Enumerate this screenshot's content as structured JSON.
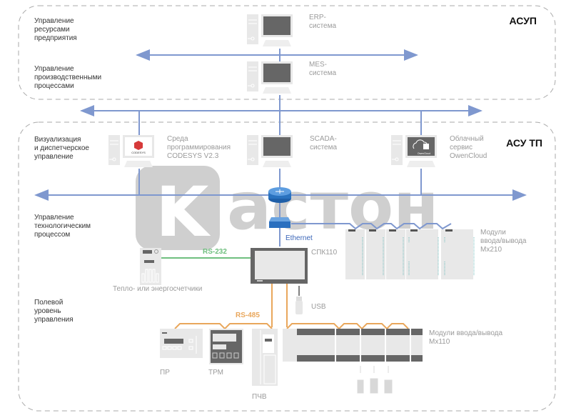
{
  "zones": {
    "asup": "АСУП",
    "asutp": "АСУ ТП"
  },
  "levels": {
    "erp": [
      "Управление",
      "ресурсами",
      "предприятия"
    ],
    "mes": [
      "Управление",
      "производственными",
      "процессами"
    ],
    "scada": [
      "Визуализация",
      "и диспетчерское",
      "управление"
    ],
    "control": [
      "Управление",
      "технологическим",
      "процессом"
    ],
    "field": [
      "Полевой",
      "уровень",
      "управления"
    ]
  },
  "devices": {
    "erp": [
      "ERP-",
      "система"
    ],
    "mes": [
      "MES-",
      "система"
    ],
    "codesys": [
      "Среда",
      "программирования",
      "CODESYS V2.3"
    ],
    "codesys_logo": "CODESYS",
    "scada": [
      "SCADA-",
      "система"
    ],
    "cloud": [
      "Облачный",
      "сервис",
      "OwenCloud"
    ],
    "cloud_logo": "OwenCloud",
    "spk": "СПК110",
    "mx210": [
      "Модули",
      "ввода/вывода",
      "Мх210"
    ],
    "meters": "Тепло- или энергосчетчики",
    "usb": "USB",
    "pr": "ПР",
    "trm": "ТРМ",
    "pchv": "ПЧВ",
    "mx110": [
      "Модули ввода/вывода",
      "Мх110"
    ]
  },
  "buses": {
    "ethernet": "Ethernet",
    "rs232": "RS-232",
    "rs485": "RS-485"
  },
  "colors": {
    "ethernet": "#7f98cf",
    "rs232": "#6fbf7f",
    "rs485": "#e9a75c",
    "device_light": "#e6e6e6",
    "device_dark": "#666666",
    "watermark": "#cfcfcf"
  },
  "watermark": {
    "k": "K",
    "rest": "астон"
  }
}
